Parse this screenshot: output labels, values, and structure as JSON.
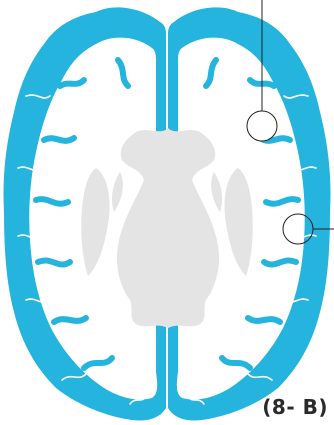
{
  "figure": {
    "label": "(8- B)",
    "colors": {
      "cortex": "#24b4de",
      "sulci": "#ffffff",
      "deep_structures": "#e4e4e4",
      "pointer": "#222222"
    },
    "icons": [
      "brain-axial-section",
      "callout-circle"
    ]
  }
}
